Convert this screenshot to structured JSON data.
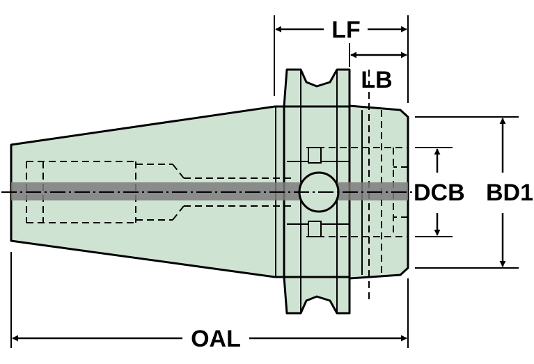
{
  "colors": {
    "body_fill": "#cfe3d3",
    "outline": "#000000",
    "centerline": "#7d7d7d",
    "background": "#ffffff"
  },
  "labels": {
    "lf": "LF",
    "lb": "LB",
    "dcb": "DCB",
    "bd1": "BD1",
    "oal": "OAL"
  }
}
